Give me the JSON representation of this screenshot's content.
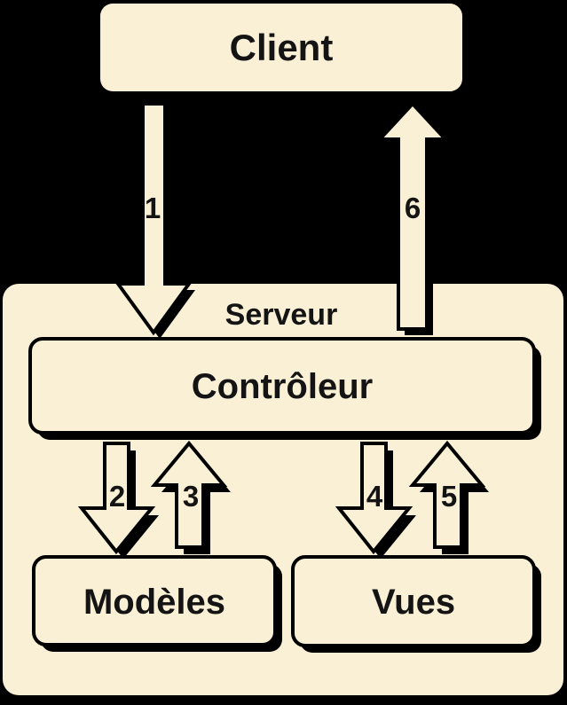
{
  "colors": {
    "background": "#000000",
    "box_fill": "#FAF0D5",
    "outline": "#000000",
    "text": "#141414"
  },
  "diagram": {
    "nodes": {
      "client": {
        "label": "Client"
      },
      "serveur": {
        "label": "Serveur"
      },
      "controleur": {
        "label": "Contrôleur"
      },
      "modeles": {
        "label": "Modèles"
      },
      "vues": {
        "label": "Vues"
      }
    },
    "arrows": {
      "a1": {
        "label": "1",
        "direction": "down",
        "from": "Client",
        "to": "Contrôleur"
      },
      "a2": {
        "label": "2",
        "direction": "down",
        "from": "Contrôleur",
        "to": "Modèles"
      },
      "a3": {
        "label": "3",
        "direction": "up",
        "from": "Modèles",
        "to": "Contrôleur"
      },
      "a4": {
        "label": "4",
        "direction": "down",
        "from": "Contrôleur",
        "to": "Vues"
      },
      "a5": {
        "label": "5",
        "direction": "up",
        "from": "Vues",
        "to": "Contrôleur"
      },
      "a6": {
        "label": "6",
        "direction": "up",
        "from": "Contrôleur",
        "to": "Client"
      }
    }
  }
}
